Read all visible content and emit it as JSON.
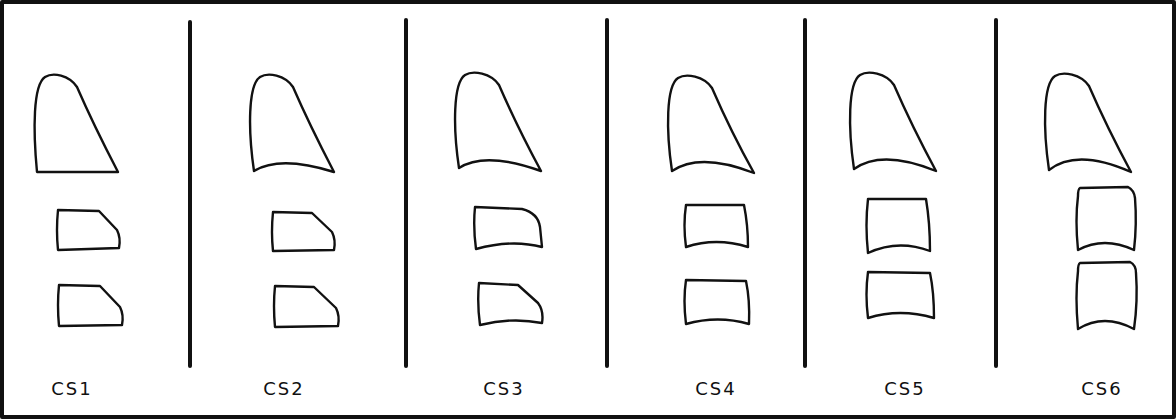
{
  "diagram": {
    "labels": [
      "CS1",
      "CS2",
      "CS3",
      "CS4",
      "CS5",
      "CS6"
    ]
  }
}
